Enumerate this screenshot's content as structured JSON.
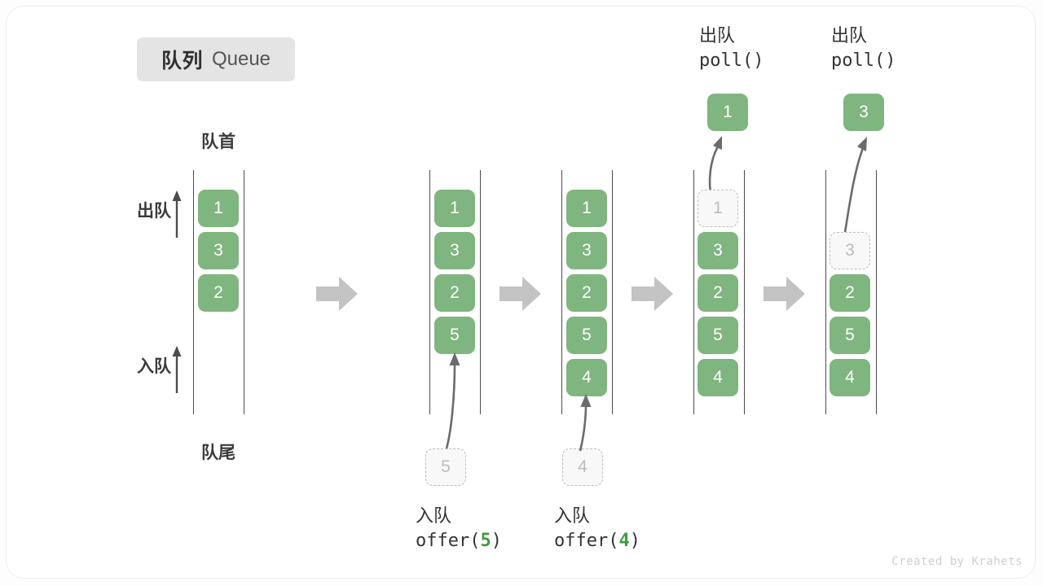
{
  "title": {
    "cn": "队列",
    "en": "Queue"
  },
  "labels": {
    "head": "队首",
    "tail": "队尾",
    "dequeue": "出队",
    "enqueue": "入队"
  },
  "colors": {
    "element_green": "#7fb57f",
    "ghost_fill": "#f8f8f8",
    "ghost_border": "#bdbdbd",
    "rail": "#4c4c4c",
    "stage_arrow": "#c3c3c3",
    "accent_code": "#3f9b42",
    "badge_bg": "#e4e4e4",
    "text": "#333333",
    "watermark": "#cfcfcf"
  },
  "icons": {
    "stage_arrow": "arrow-right-icon",
    "up_arrow": "arrow-up-icon",
    "motion_arrow": "curved-arrow-icon"
  },
  "stages": [
    {
      "id": "stage-initial",
      "cells": [
        {
          "value": "1",
          "state": "filled"
        },
        {
          "value": "3",
          "state": "filled"
        },
        {
          "value": "2",
          "state": "filled"
        }
      ],
      "caption_cn": "",
      "caption_code": "",
      "popped": null,
      "incoming": null
    },
    {
      "id": "stage-offer-5",
      "cells": [
        {
          "value": "1",
          "state": "filled"
        },
        {
          "value": "3",
          "state": "filled"
        },
        {
          "value": "2",
          "state": "filled"
        },
        {
          "value": "5",
          "state": "filled"
        }
      ],
      "caption_cn": "入队",
      "caption_code_prefix": "offer(",
      "caption_code_arg": "5",
      "caption_code_suffix": ")",
      "incoming": {
        "value": "5",
        "state": "ghost"
      },
      "popped": null
    },
    {
      "id": "stage-offer-4",
      "cells": [
        {
          "value": "1",
          "state": "filled"
        },
        {
          "value": "3",
          "state": "filled"
        },
        {
          "value": "2",
          "state": "filled"
        },
        {
          "value": "5",
          "state": "filled"
        },
        {
          "value": "4",
          "state": "filled"
        }
      ],
      "caption_cn": "入队",
      "caption_code_prefix": "offer(",
      "caption_code_arg": "4",
      "caption_code_suffix": ")",
      "incoming": {
        "value": "4",
        "state": "ghost"
      },
      "popped": null
    },
    {
      "id": "stage-poll-1",
      "cells": [
        {
          "value": "1",
          "state": "ghost"
        },
        {
          "value": "3",
          "state": "filled"
        },
        {
          "value": "2",
          "state": "filled"
        },
        {
          "value": "5",
          "state": "filled"
        },
        {
          "value": "4",
          "state": "filled"
        }
      ],
      "caption_cn": "出队",
      "caption_code_prefix": "poll(",
      "caption_code_arg": "",
      "caption_code_suffix": ")",
      "popped": {
        "value": "1",
        "state": "filled"
      },
      "incoming": null
    },
    {
      "id": "stage-poll-3",
      "cells": [
        {
          "value": "3",
          "state": "ghost"
        },
        {
          "value": "2",
          "state": "filled"
        },
        {
          "value": "5",
          "state": "filled"
        },
        {
          "value": "4",
          "state": "filled"
        }
      ],
      "caption_cn": "出队",
      "caption_code_prefix": "poll(",
      "caption_code_arg": "",
      "caption_code_suffix": ")",
      "popped": {
        "value": "3",
        "state": "filled"
      },
      "incoming": null
    }
  ],
  "watermark": "Created by Krahets",
  "chart_data": {
    "type": "diagram",
    "title": "队列 Queue",
    "description": "Queue FIFO operation sequence: initial [1,3,2], offer(5) -> [1,3,2,5], offer(4) -> [1,3,2,5,4], poll() removes 1 -> [3,2,5,4], poll() removes 3 -> [2,5,4]",
    "sequence": [
      {
        "op": "initial",
        "queue": [
          "1",
          "3",
          "2"
        ]
      },
      {
        "op": "offer(5)",
        "queue": [
          "1",
          "3",
          "2",
          "5"
        ],
        "arg": "5"
      },
      {
        "op": "offer(4)",
        "queue": [
          "1",
          "3",
          "2",
          "5",
          "4"
        ],
        "arg": "4"
      },
      {
        "op": "poll()",
        "queue": [
          "3",
          "2",
          "5",
          "4"
        ],
        "returned": "1"
      },
      {
        "op": "poll()",
        "queue": [
          "2",
          "5",
          "4"
        ],
        "returned": "3"
      }
    ]
  }
}
